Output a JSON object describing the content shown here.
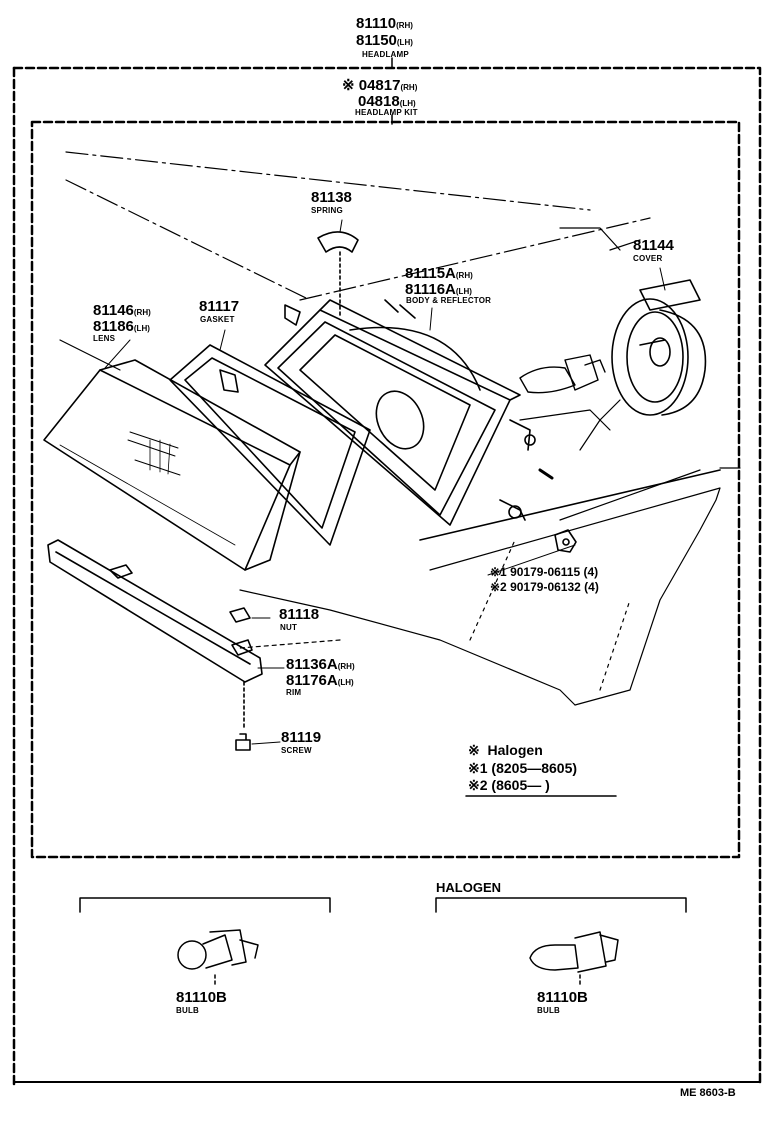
{
  "headlamp": {
    "rh_num": "81110",
    "rh_side": "(RH)",
    "lh_num": "81150",
    "lh_side": "(LH)",
    "caption": "HEADLAMP"
  },
  "headlamp_kit": {
    "mark": "※",
    "rh_num": "04817",
    "rh_side": "(RH)",
    "lh_num": "04818",
    "lh_side": "(LH)",
    "caption": "HEADLAMP KIT"
  },
  "spring": {
    "num": "81138",
    "caption": "SPRING"
  },
  "cover": {
    "num": "81144",
    "caption": "COVER"
  },
  "body_reflector": {
    "rh_num": "81115A",
    "rh_side": "(RH)",
    "lh_num": "81116A",
    "lh_side": "(LH)",
    "caption": "BODY & REFLECTOR"
  },
  "lens": {
    "rh_num": "81146",
    "rh_side": "(RH)",
    "lh_num": "81186",
    "lh_side": "(LH)",
    "caption": "LENS"
  },
  "gasket": {
    "num": "81117",
    "caption": "GASKET"
  },
  "bolts": [
    {
      "mark": "※1",
      "part": "90179-06115",
      "qty": "(4)"
    },
    {
      "mark": "※2",
      "part": "90179-06132",
      "qty": "(4)"
    }
  ],
  "nut": {
    "num": "81118",
    "caption": "NUT"
  },
  "rim": {
    "rh_num": "81136A",
    "rh_side": "(RH)",
    "lh_num": "81176A",
    "lh_side": "(LH)",
    "caption": "RIM"
  },
  "screw": {
    "num": "81119",
    "caption": "SCREW"
  },
  "legend": [
    {
      "mark": "※",
      "text": "Halogen"
    },
    {
      "mark": "※1",
      "text": "(8205—8605)"
    },
    {
      "mark": "※2",
      "text": "(8605—        )"
    }
  ],
  "bulb_section": {
    "halogen_title": "HALOGEN",
    "bulbs": [
      {
        "num": "81110B",
        "caption": "BULB"
      },
      {
        "num": "81110B",
        "caption": "BULB"
      }
    ]
  },
  "ref_code": "ME 8603-B"
}
